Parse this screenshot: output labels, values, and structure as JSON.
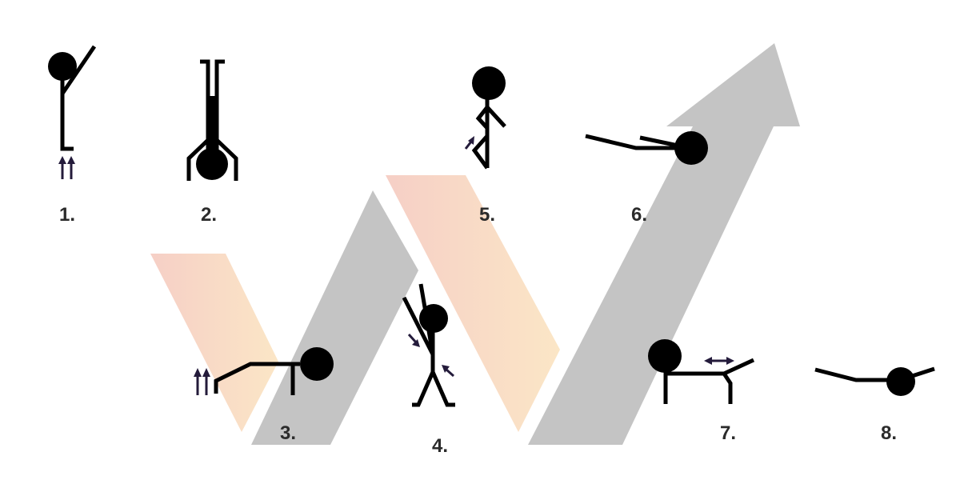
{
  "colors": {
    "gray_band": "#c4c4c4",
    "peach_band_start": "#f6cfc6",
    "peach_band_end": "#fbe6c6",
    "figure": "#000000",
    "arrow_mark": "#241b3b",
    "label": "#2b2b2b"
  },
  "labels": {
    "step1": "1.",
    "step2": "2.",
    "step3": "3.",
    "step4": "4.",
    "step5": "5.",
    "step6": "6.",
    "step7": "7.",
    "step8": "8."
  }
}
